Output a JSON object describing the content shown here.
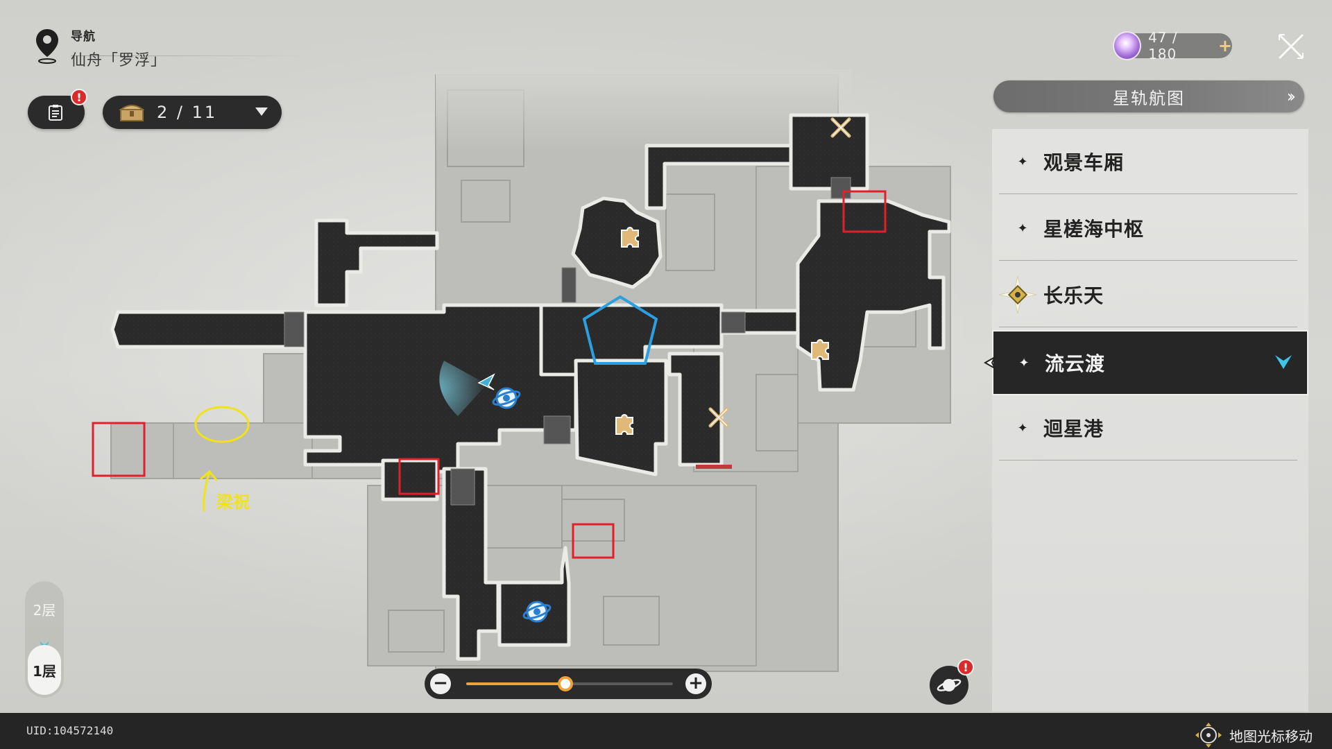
{
  "nav": {
    "label": "导航",
    "location": "仙舟「罗浮」"
  },
  "chests": {
    "count": "2 / 11"
  },
  "trailblaze_power": {
    "value": "47 / 180",
    "plus": "+"
  },
  "panel": {
    "title": "星轨航图",
    "areas": [
      {
        "label": "观景车厢",
        "active": false,
        "quest": false
      },
      {
        "label": "星槎海中枢",
        "active": false,
        "quest": false
      },
      {
        "label": "长乐天",
        "active": false,
        "quest": true
      },
      {
        "label": "流云渡",
        "active": true,
        "quest": false
      },
      {
        "label": "迴星港",
        "active": false,
        "quest": false
      }
    ]
  },
  "floors": {
    "upper": "2层",
    "lower": "1层",
    "current": "1层"
  },
  "zoom": {
    "minus": "−",
    "plus": "+",
    "level": 0.48
  },
  "annotation": {
    "text": "梁祝"
  },
  "footer": {
    "uid": "UID:104572140",
    "hint": "地图光标移动"
  },
  "colors": {
    "accent_orange": "#f0a23a",
    "highlight_blue": "#2b9fe0",
    "marker_red": "#e0202a",
    "annotation_yellow": "#f2e21a",
    "alert_red": "#d92b2b"
  }
}
